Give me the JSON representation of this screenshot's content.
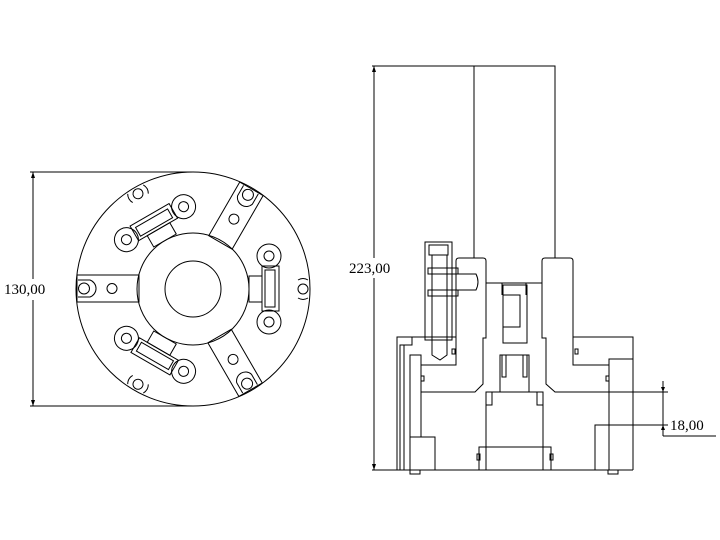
{
  "drawing": {
    "front_view": {
      "diameter_dimension": "130,00"
    },
    "side_view": {
      "height_dimension": "223,00",
      "step_dimension": "18,00"
    }
  },
  "colors": {
    "line": "#000000",
    "background": "#ffffff"
  }
}
